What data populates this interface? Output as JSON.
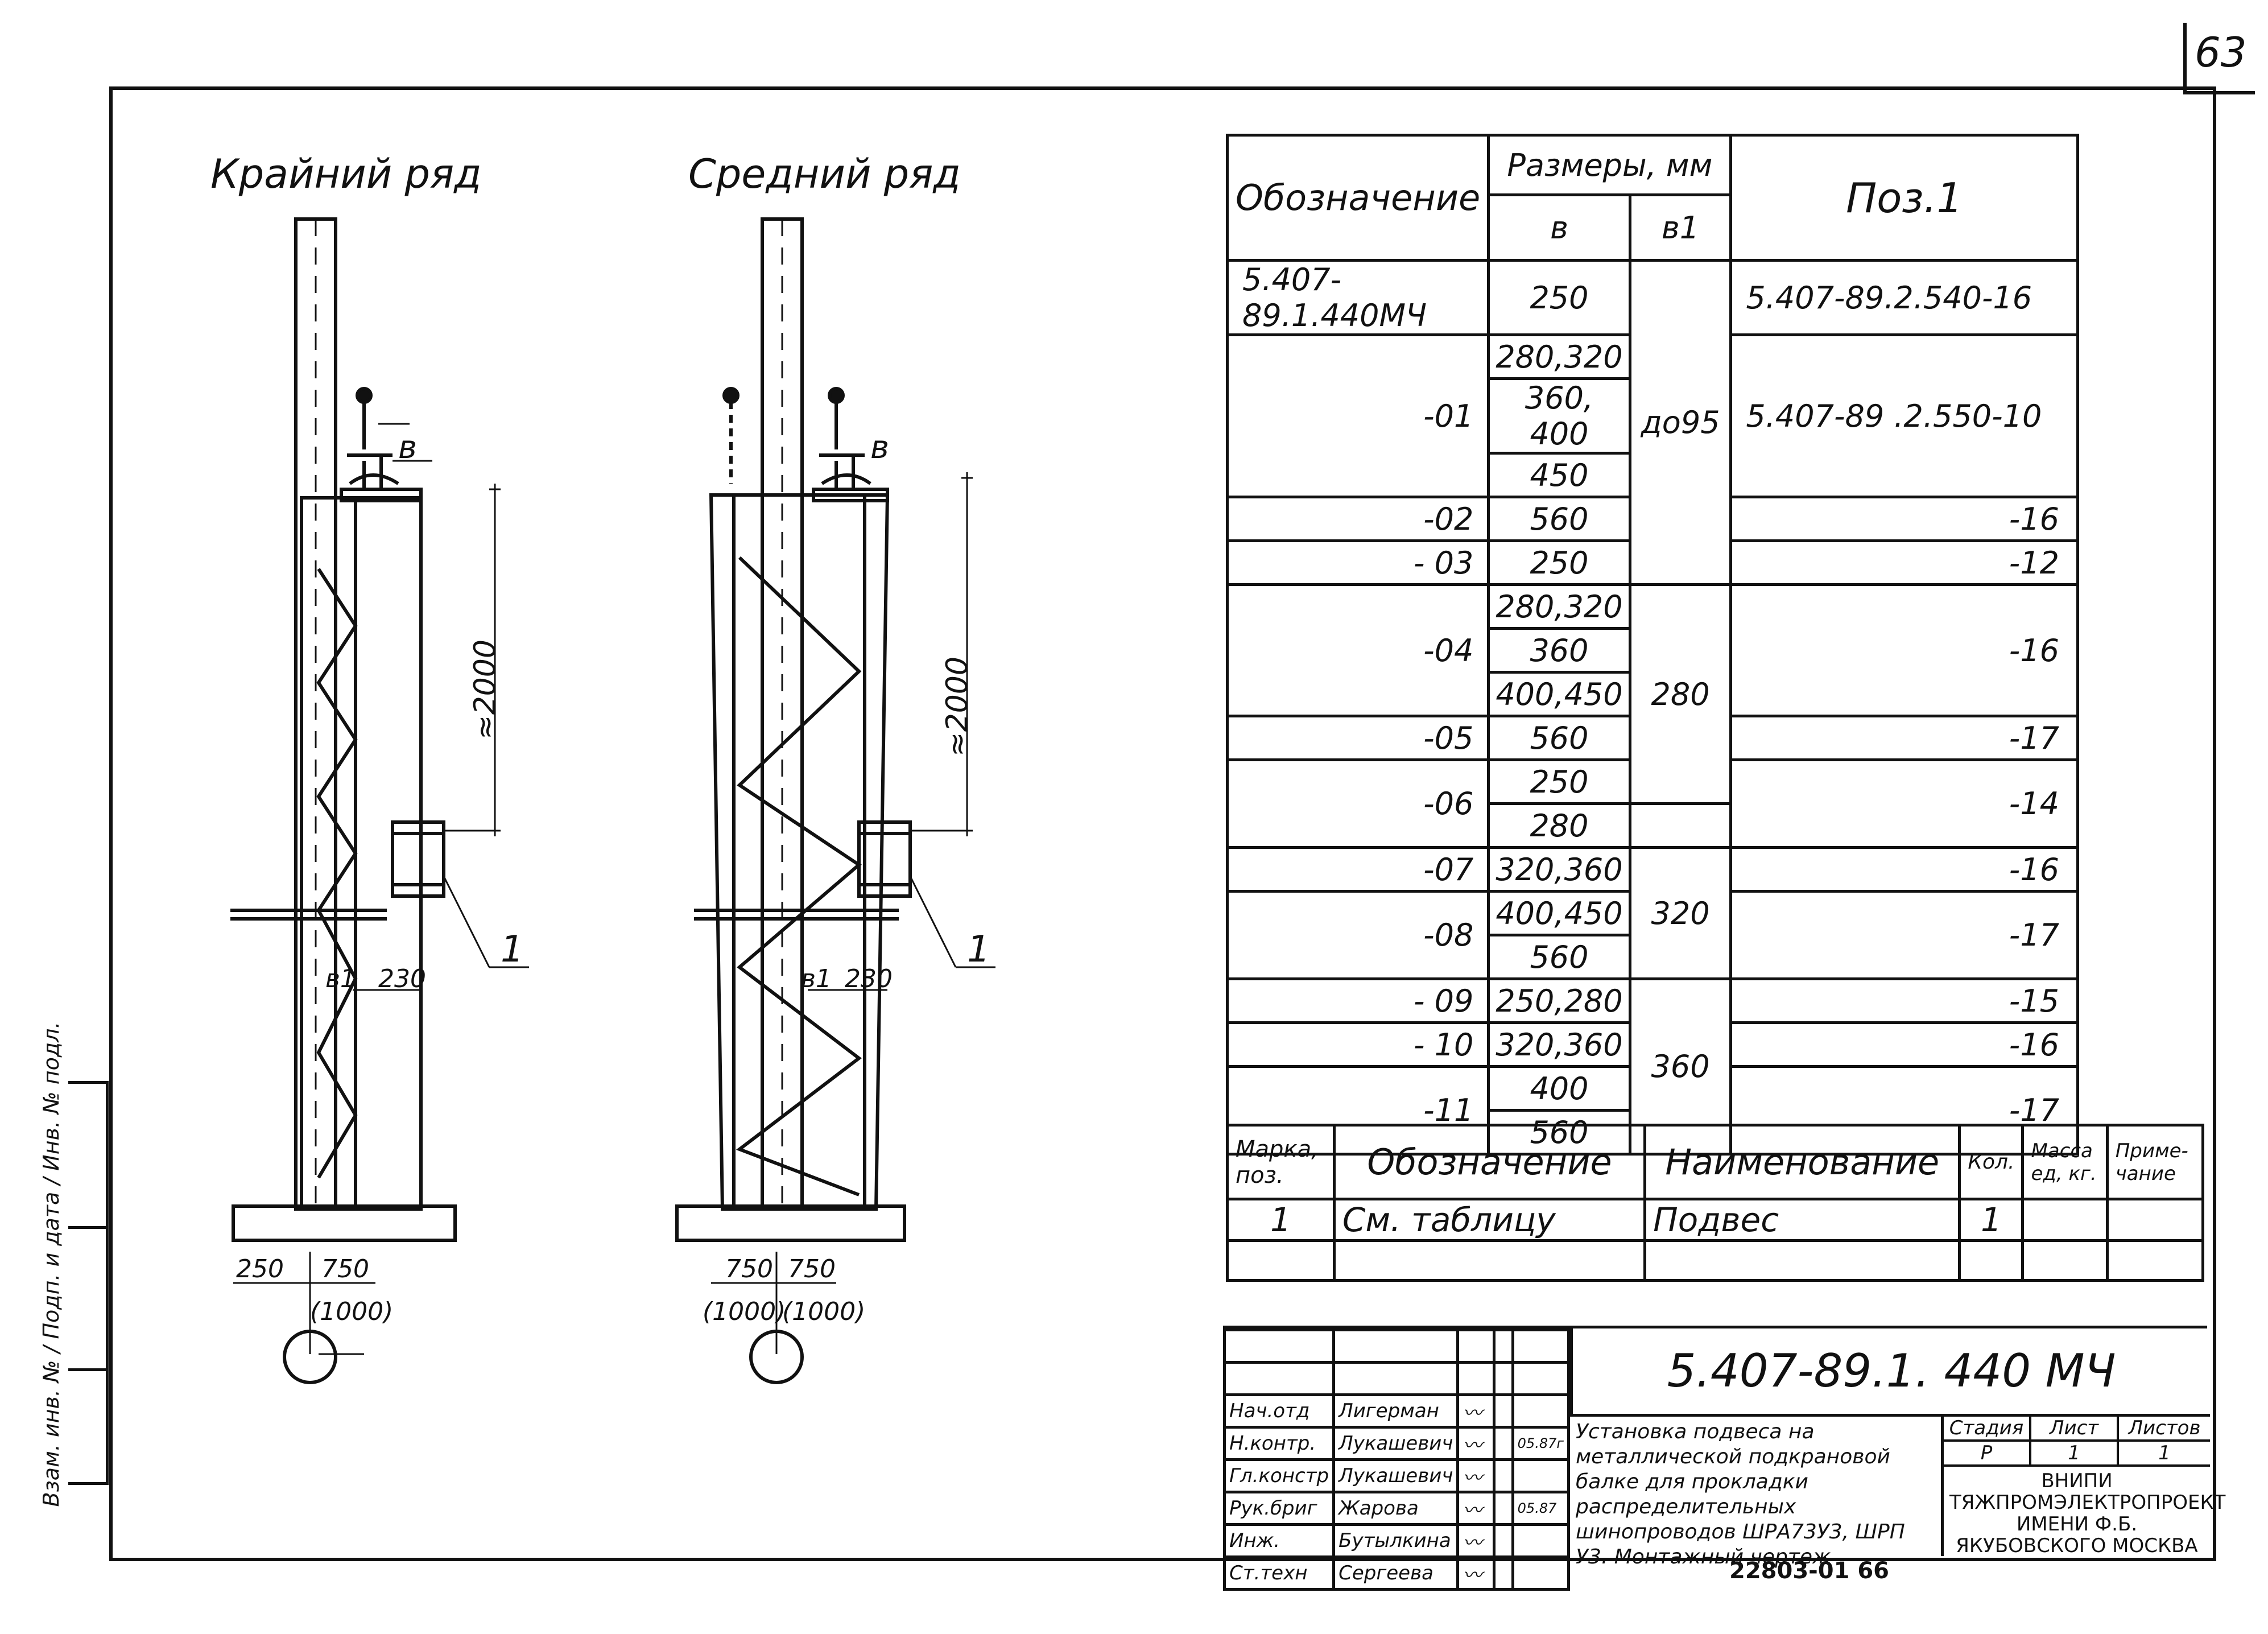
{
  "page_number": "63",
  "bottom_code": "22803-01  66",
  "side_stamp": "Взам. инв. № / Подп. и дата / Инв. № подл.",
  "drawing": {
    "left_title": "Крайний ряд",
    "right_title": "Средний ряд",
    "dim_2000": "≈2000",
    "label_b": "в",
    "label_b1": "в1",
    "dim_230": "230",
    "callout_1": "1",
    "left_bottom": {
      "d1": "250",
      "d2": "750",
      "d3": "(1000)"
    },
    "right_bottom": {
      "d1": "750",
      "d2": "750",
      "d3": "(1000)",
      "d4": "(1000)"
    }
  },
  "spec_table": {
    "h_designation": "Обозначение",
    "h_sizes": "Размеры, мм",
    "h_b": "в",
    "h_b1": "в1",
    "h_pos": "Поз.1",
    "rows": [
      {
        "d": "5.407-89.1.440МЧ",
        "b": "250",
        "b1": "",
        "p": "5.407-89.2.540-16"
      },
      {
        "d": "-01",
        "b": "280,320",
        "b1": "до95",
        "p": "5.407-89 .2.550-10"
      },
      {
        "b": "360, 400"
      },
      {
        "b": "450"
      },
      {
        "d": "-02",
        "b": "560",
        "p": "-16"
      },
      {
        "d": "- 03",
        "b": "250",
        "p": "-12"
      },
      {
        "d": "-04",
        "b": "280,320",
        "b1": "280",
        "p": "-16"
      },
      {
        "b": "360"
      },
      {
        "b": "400,450"
      },
      {
        "d": "-05",
        "b": "560",
        "p": "-17"
      },
      {
        "d": "-06",
        "b": "250",
        "p": "-14"
      },
      {
        "b": "280"
      },
      {
        "d": "-07",
        "b": "320,360",
        "b1": "320",
        "p": "-16"
      },
      {
        "d": "-08",
        "b": "400,450",
        "p": "-17"
      },
      {
        "b": "560"
      },
      {
        "d": "- 09",
        "b": "250,280",
        "p": "-15"
      },
      {
        "d": "- 10",
        "b": "320,360",
        "b1": "360",
        "p": "-16"
      },
      {
        "d": "-11",
        "b": "400",
        "p": "-17"
      },
      {
        "b": "560"
      }
    ]
  },
  "parts_table": {
    "h_mark": "Марка, поз.",
    "h_designation": "Обозначение",
    "h_name": "Наименование",
    "h_qty": "Кол.",
    "h_mass": "Масса ед, кг.",
    "h_note": "Приме- чание",
    "row": {
      "mark": "1",
      "designation": "См. таблицу",
      "name": "Подвес",
      "qty": "1"
    }
  },
  "title_block": {
    "doc_code": "5.407-89.1. 440 МЧ",
    "title": "Установка подвеса на металлической подкрановой балке для прокладки распределительных шинопроводов ШРА73У3, ШРП У3. Монтажный чертеж",
    "stage_label": "Стадия",
    "sheet_label": "Лист",
    "sheets_label": "Листов",
    "stage": "Р",
    "sheet": "1",
    "sheets": "1",
    "org": "ВНИПИ ТЯЖПРОМЭЛЕКТРОПРОЕКТ ИМЕНИ Ф.Б. ЯКУБОВСКОГО МОСКВА",
    "date1": "05.87г",
    "date2": "05.87",
    "people": [
      {
        "role": "Нач.отд",
        "name": "Лигерман"
      },
      {
        "role": "Н.контр.",
        "name": "Лукашевич"
      },
      {
        "role": "Гл.констр",
        "name": "Лукашевич"
      },
      {
        "role": "Рук.бриг",
        "name": "Жарова"
      },
      {
        "role": "Инж.",
        "name": "Бутылкина"
      },
      {
        "role": "Ст.техн",
        "name": "Сергеева"
      }
    ]
  }
}
